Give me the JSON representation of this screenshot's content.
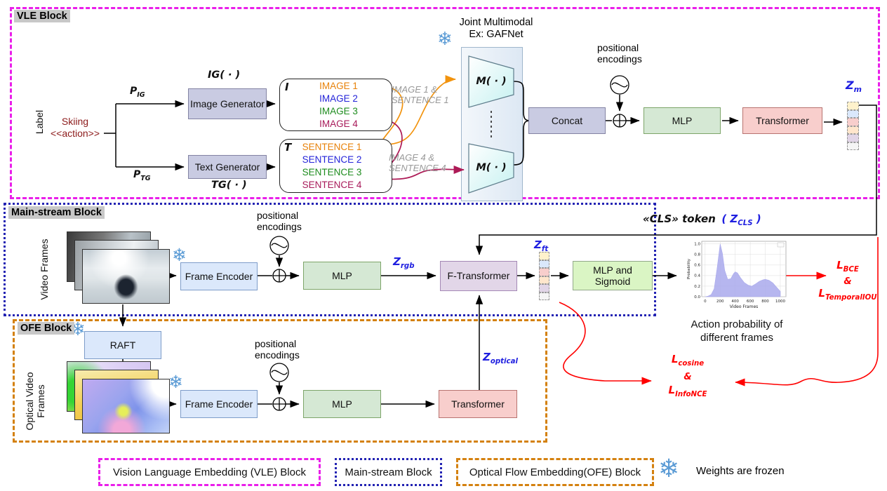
{
  "vle": {
    "title": "VLE Block",
    "input_label": "Label",
    "input_line1": "Skiing",
    "input_line2": "<<action>>",
    "p_ig": {
      "base": "P",
      "sub": "IG"
    },
    "p_tg": {
      "base": "P",
      "sub": "TG"
    },
    "ig_fn": "IG( · )",
    "tg_fn": "TG( · )",
    "image_generator": "Image Generator",
    "text_generator": "Text Generator",
    "i_label": "I",
    "t_label": "T",
    "images": [
      {
        "label": "IMAGE 1",
        "color": "#e8820a"
      },
      {
        "label": "IMAGE 2",
        "color": "#2424d9"
      },
      {
        "label": "IMAGE 3",
        "color": "#1e8c1e"
      },
      {
        "label": "IMAGE 4",
        "color": "#a81a5a"
      }
    ],
    "sentences": [
      {
        "label": "SENTENCE 1",
        "color": "#e8820a"
      },
      {
        "label": "SENTENCE 2",
        "color": "#2424d9"
      },
      {
        "label": "SENTENCE 3",
        "color": "#1e8c1e"
      },
      {
        "label": "SENTENCE 4",
        "color": "#a81a5a"
      }
    ],
    "pair_top": [
      "IMAGE 1 &",
      "SENTENCE 1"
    ],
    "pair_bottom": [
      "IMAGE 4 &",
      "SENTENCE 4"
    ],
    "joint_title": [
      "Joint Multimodal",
      "Ex: GAFNet"
    ],
    "m_fn": "M( · )",
    "concat": "Concat",
    "pos_enc": [
      "positional",
      "encodings"
    ],
    "mlp": "MLP",
    "transformer": "Transformer",
    "z_m": {
      "base": "Z",
      "sub": "m"
    }
  },
  "main": {
    "title": "Main-stream Block",
    "video_frames_label": "Video Frames",
    "frame_encoder": "Frame Encoder",
    "pos_enc": [
      "positional",
      "encodings"
    ],
    "mlp": "MLP",
    "z_rgb": {
      "base": "Z",
      "sub": "rgb"
    },
    "f_transformer": "F-Transformer",
    "z_ft": {
      "base": "Z",
      "sub": "ft"
    },
    "mlp_sigmoid": [
      "MLP and",
      "Sigmoid"
    ],
    "cls_token": "«CLS» token",
    "cls_open": "( ",
    "z_cls": {
      "base": "Z",
      "sub": "CLS"
    },
    "cls_close": " )",
    "chart_caption": [
      "Action probability of",
      "different frames"
    ],
    "loss_bce": {
      "base": "L",
      "sub": "BCE"
    },
    "loss_amp": "&",
    "loss_tiou": {
      "base": "L",
      "sub": "TemporalIOU"
    }
  },
  "ofe": {
    "title": "OFE Block",
    "raft": "RAFT",
    "optical_label": [
      "Optical Video",
      "Frames"
    ],
    "frame_encoder": "Frame Encoder",
    "pos_enc": [
      "positional",
      "encodings"
    ],
    "mlp": "MLP",
    "transformer": "Transformer",
    "z_optical": {
      "base": "Z",
      "sub": "optical"
    }
  },
  "alignment_losses": {
    "l_cosine": {
      "base": "L",
      "sub": "cosine"
    },
    "amp": "&",
    "l_infonce": {
      "base": "L",
      "sub": "InfoNCE"
    }
  },
  "legend": {
    "vle": "Vision Language Embedding (VLE) Block",
    "main": "Main-stream Block",
    "ofe": "Optical Flow Embedding(OFE) Block",
    "frozen": "Weights are frozen"
  },
  "icons": {
    "snowflake": "❄"
  },
  "tokens": {
    "z_m_colors": [
      "#fff2cc",
      "#dae8fc",
      "#f8cecc",
      "#ffe6cc",
      "#e1d5e7",
      "#f5f5f5"
    ],
    "z_ft_colors": [
      "#fff2cc",
      "#dae8fc",
      "#f8cecc",
      "#ffe6cc",
      "#e1d5e7",
      "#f5f5f5"
    ]
  },
  "chart_data": {
    "type": "area",
    "title": "",
    "xlabel": "Video Frames",
    "ylabel": "Probability",
    "xticks": [
      0,
      200,
      400,
      600,
      800,
      1000
    ],
    "yticks": [
      0.0,
      0.2,
      0.4,
      0.6,
      0.8,
      1.0
    ],
    "xlim": [
      -45,
      1075
    ],
    "ylim": [
      0,
      1.05
    ],
    "grid": true,
    "legend_position": "none",
    "fill_color": "#a9a9ec",
    "x": [
      0,
      40,
      80,
      120,
      160,
      200,
      230,
      260,
      300,
      340,
      380,
      400,
      430,
      470,
      520,
      570,
      620,
      670,
      720,
      770,
      800,
      850,
      900,
      950,
      1000
    ],
    "y": [
      0,
      0.01,
      0.04,
      0.15,
      0.55,
      1.0,
      0.82,
      0.5,
      0.33,
      0.34,
      0.44,
      0.47,
      0.45,
      0.36,
      0.27,
      0.22,
      0.2,
      0.24,
      0.29,
      0.32,
      0.33,
      0.31,
      0.26,
      0.18,
      0.1
    ]
  },
  "colors": {
    "vle_border": "#ea1fea",
    "main_border": "#2323b3",
    "ofe_border": "#d4810f",
    "blue_label": "#1f1fe0",
    "red_loss": "#ff0000",
    "dark_red": "#8c1a1a",
    "orange_arrow": "#f2930d",
    "crimson_arrow": "#ad1a56",
    "snowflake": "#5b9bd5"
  }
}
